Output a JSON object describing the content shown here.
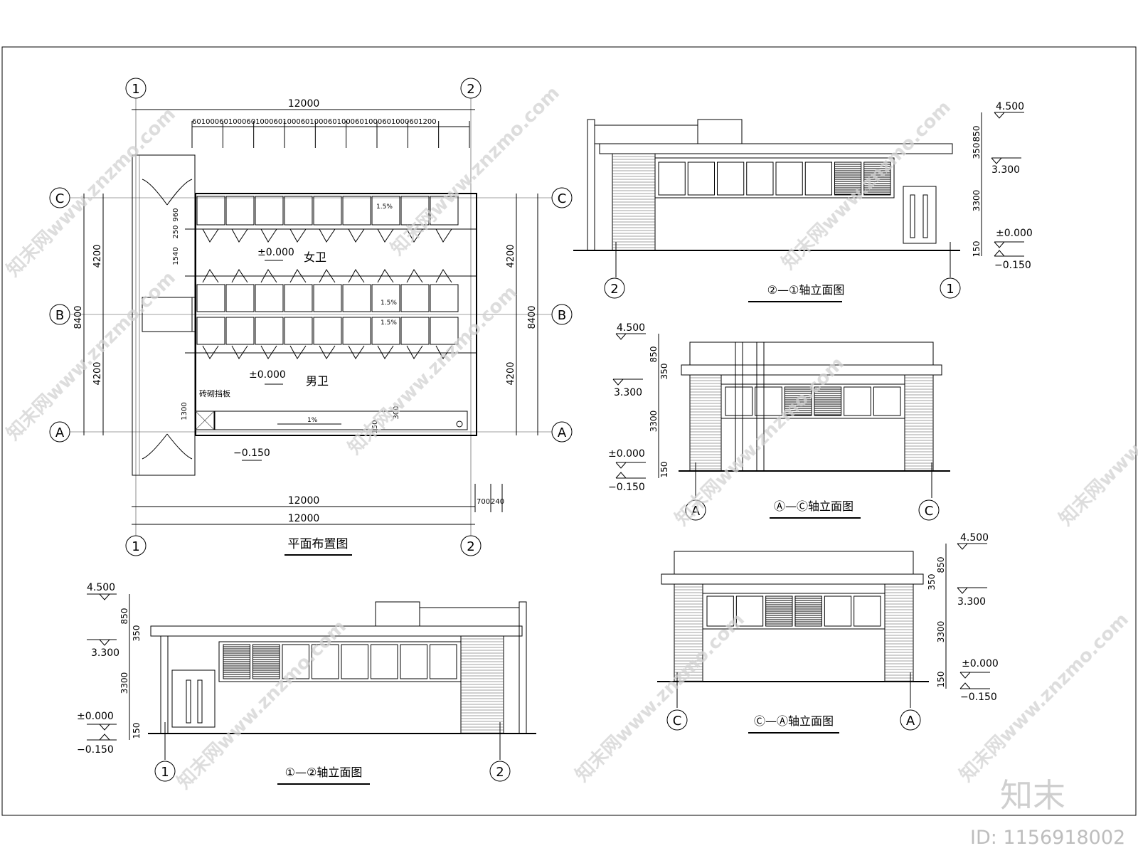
{
  "plan": {
    "title": "平面布置图",
    "total_width": "12000",
    "bay_dims": [
      "60",
      "1000",
      "60",
      "1000",
      "60",
      "1000",
      "60",
      "1000",
      "60",
      "1000",
      "60",
      "1000",
      "60",
      "1000",
      "60",
      "1000",
      "60",
      "1200"
    ],
    "height_total": "8400",
    "height_half": "4200",
    "female_label": "女卫",
    "male_label": "男卫",
    "level_zero": "±0.000",
    "level_neg": "−0.150",
    "slope_1": "1.5%",
    "slope_2": "1%",
    "partition_label": "砖砌挡板",
    "dims_left_a": "250",
    "dims_left_b": "960",
    "dims_left_c": "1540",
    "dim_1300": "1300",
    "dim_150": "150",
    "dim_300": "300",
    "dim_700": "700",
    "dim_240": "240",
    "axis_1": "1",
    "axis_2": "2",
    "axis_a": "A",
    "axis_b": "B",
    "axis_c": "C"
  },
  "elevations": {
    "e21": {
      "title": "②—①轴立面图",
      "left_axis": "2",
      "right_axis": "1"
    },
    "eac": {
      "title": "Ⓐ—Ⓒ轴立面图",
      "left_axis": "A",
      "right_axis": "C"
    },
    "eca": {
      "title": "Ⓒ—Ⓐ轴立面图",
      "left_axis": "C",
      "right_axis": "A"
    },
    "e12": {
      "title": "①—②轴立面图",
      "left_axis": "1",
      "right_axis": "2"
    },
    "level_top": "4.500",
    "level_mid": "3.300",
    "level_zero": "±0.000",
    "level_neg": "−0.150",
    "dim_850": "850",
    "dim_350": "350",
    "dim_3300": "3300",
    "dim_150": "150"
  },
  "watermark": {
    "text": "知末网www.znzmo.com",
    "logo": "知末",
    "id": "ID: 1156918002"
  }
}
